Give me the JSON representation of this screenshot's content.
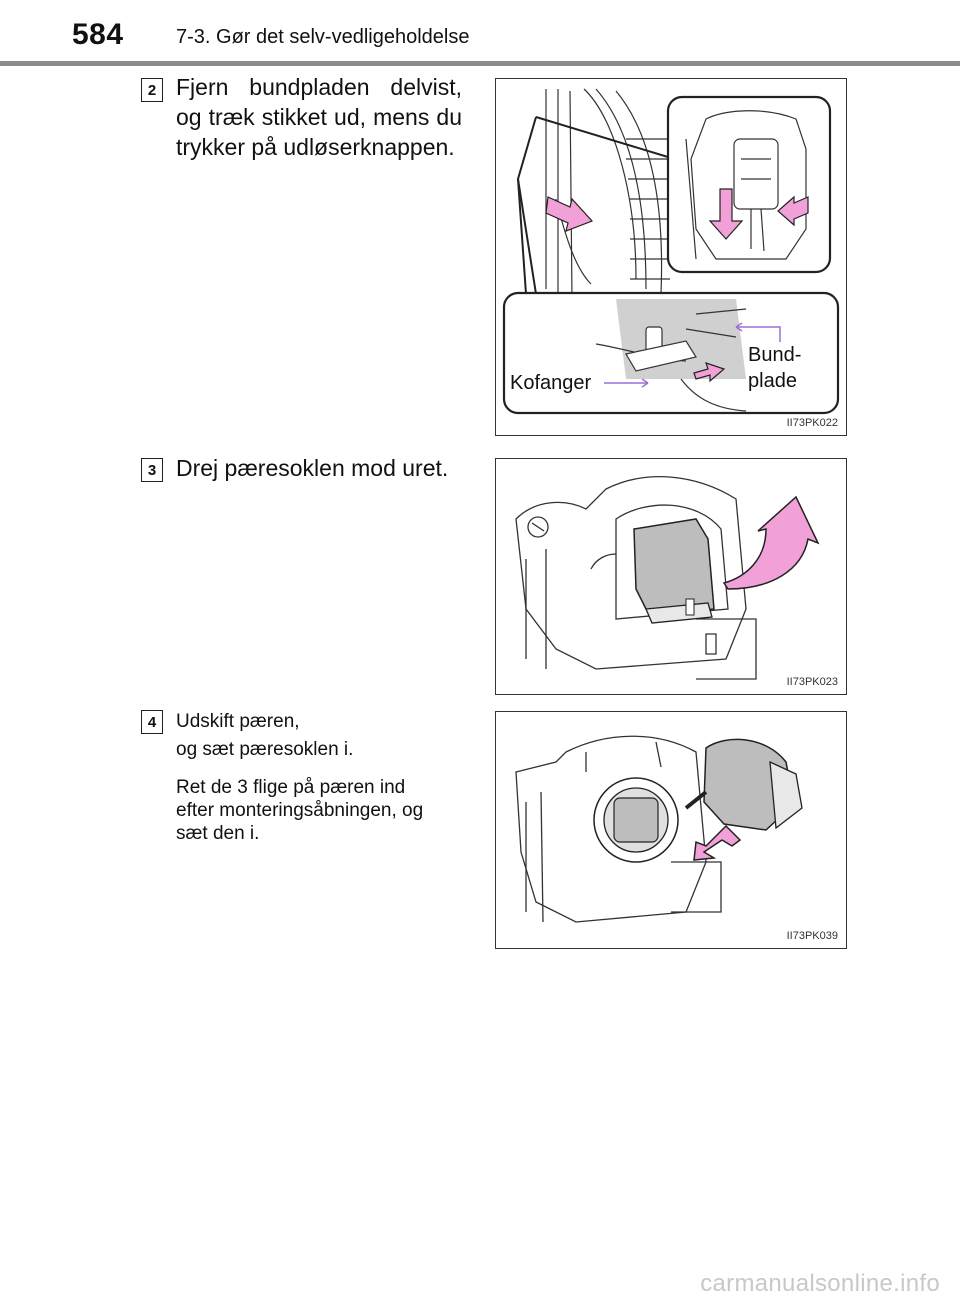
{
  "header": {
    "page_number": "584",
    "section_title": "7-3. Gør det selv-vedligeholdelse"
  },
  "steps": [
    {
      "number": "2",
      "text": "Fjern bundpladen delvist, og træk stikket ud, mens du trykker på udløserknappen.",
      "figure": {
        "code": "II73PK022",
        "labels": {
          "bumper": "Kofanger",
          "plate_line1": "Bund-",
          "plate_line2": "plade"
        }
      }
    },
    {
      "number": "3",
      "text": "Drej pæresoklen mod uret.",
      "figure": {
        "code": "II73PK023"
      }
    },
    {
      "number": "4",
      "line1": "Udskift pæren,",
      "line2": "og sæt pæresoklen i.",
      "note": "Ret de 3 flige på pæren ind efter monteringsåbningen, og sæt den i.",
      "figure": {
        "code": "II73PK039"
      }
    }
  ],
  "watermark": "carmanualsonline.info",
  "colors": {
    "arrow": "#f2a0d8",
    "arrow_stroke": "#222222",
    "rule": "#8c8c8c",
    "bulb": "#bdbdbd"
  }
}
